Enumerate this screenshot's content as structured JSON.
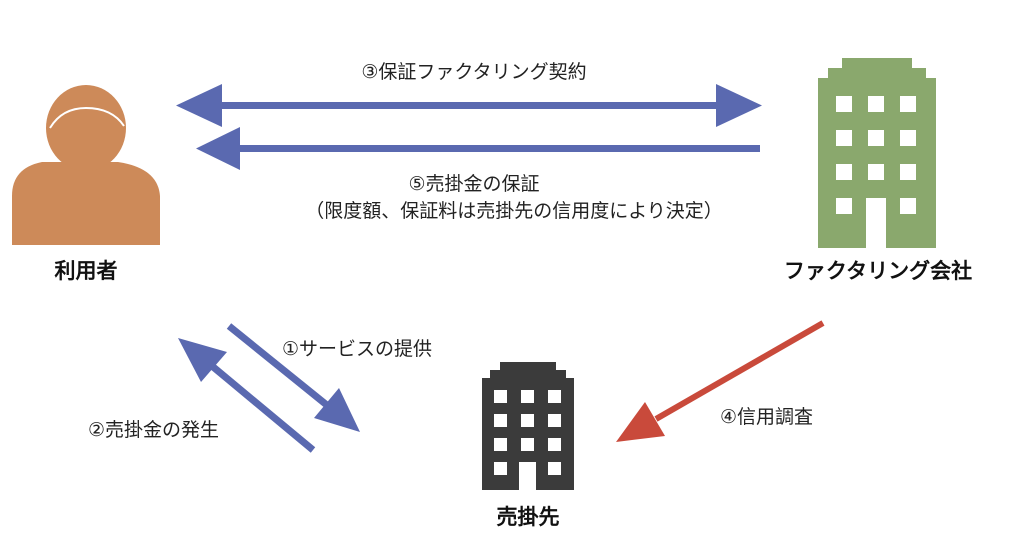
{
  "entities": {
    "user": {
      "label": "利用者",
      "color": "#cd8a59"
    },
    "factoring_company": {
      "label": "ファクタリング会社",
      "color": "#8aa86d"
    },
    "debtor": {
      "label": "売掛先",
      "color": "#3b3b3b"
    }
  },
  "flows": {
    "contract": "③保証ファクタリング契約",
    "guarantee": "⑤売掛金の保証",
    "guarantee_note": "（限度額、保証料は売掛先の信用度により決定）",
    "service": "①サービスの提供",
    "receivable": "②売掛金の発生",
    "credit_check": "④信用調査"
  },
  "colors": {
    "blue_arrow": "#5a69b0",
    "red_arrow": "#c94a3b",
    "window": "#ffffff"
  }
}
